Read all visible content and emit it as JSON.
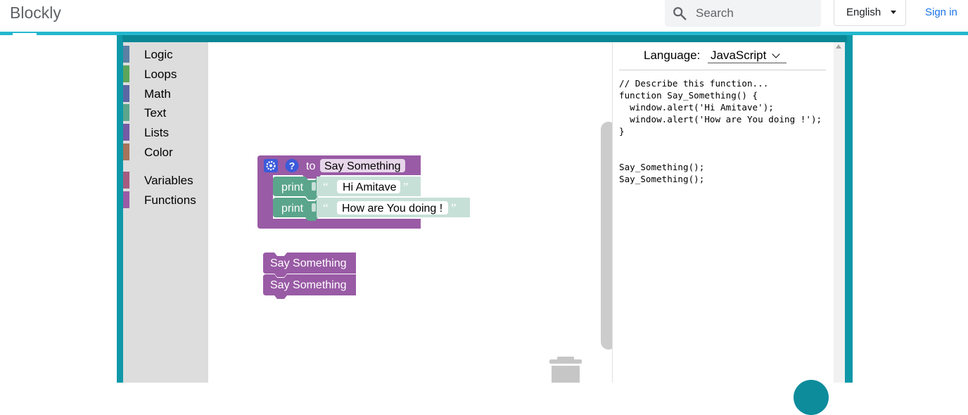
{
  "header": {
    "brand": "Blockly",
    "search_placeholder": "Search",
    "language_button": "English",
    "signin": "Sign in"
  },
  "toolbox": {
    "categories": [
      {
        "label": "Logic",
        "color": "#5b80a5"
      },
      {
        "label": "Loops",
        "color": "#5ba55b"
      },
      {
        "label": "Math",
        "color": "#5b67a5"
      },
      {
        "label": "Text",
        "color": "#5ba58c"
      },
      {
        "label": "Lists",
        "color": "#745ba5"
      },
      {
        "label": "Color",
        "color": "#a5745b"
      },
      {
        "label": "Variables",
        "color": "#a55b80"
      },
      {
        "label": "Functions",
        "color": "#995ba5"
      }
    ]
  },
  "workspace": {
    "function_block": {
      "keyword": "to",
      "name": "Say Something",
      "color": "#995ba5",
      "statements": [
        {
          "keyword": "print",
          "text": "Hi Amitave"
        },
        {
          "keyword": "print",
          "text": "How are You doing !"
        }
      ],
      "open_quote": "“",
      "close_quote": "”"
    },
    "calls": [
      "Say Something",
      "Say Something"
    ]
  },
  "code_panel": {
    "language_label": "Language:",
    "language_value": "JavaScript",
    "lines": [
      "// Describe this function...",
      "function Say_Something() {",
      "  window.alert('Hi Amitave');",
      "  window.alert('How are You doing !');",
      "}",
      "",
      "",
      "Say_Something();",
      "Say_Something();"
    ]
  },
  "colors": {
    "accent": "#25b7cf",
    "frame": "#0f98a8",
    "procedure": "#995ba5",
    "text_block": "#5ba58c",
    "link": "#1a73e8"
  }
}
